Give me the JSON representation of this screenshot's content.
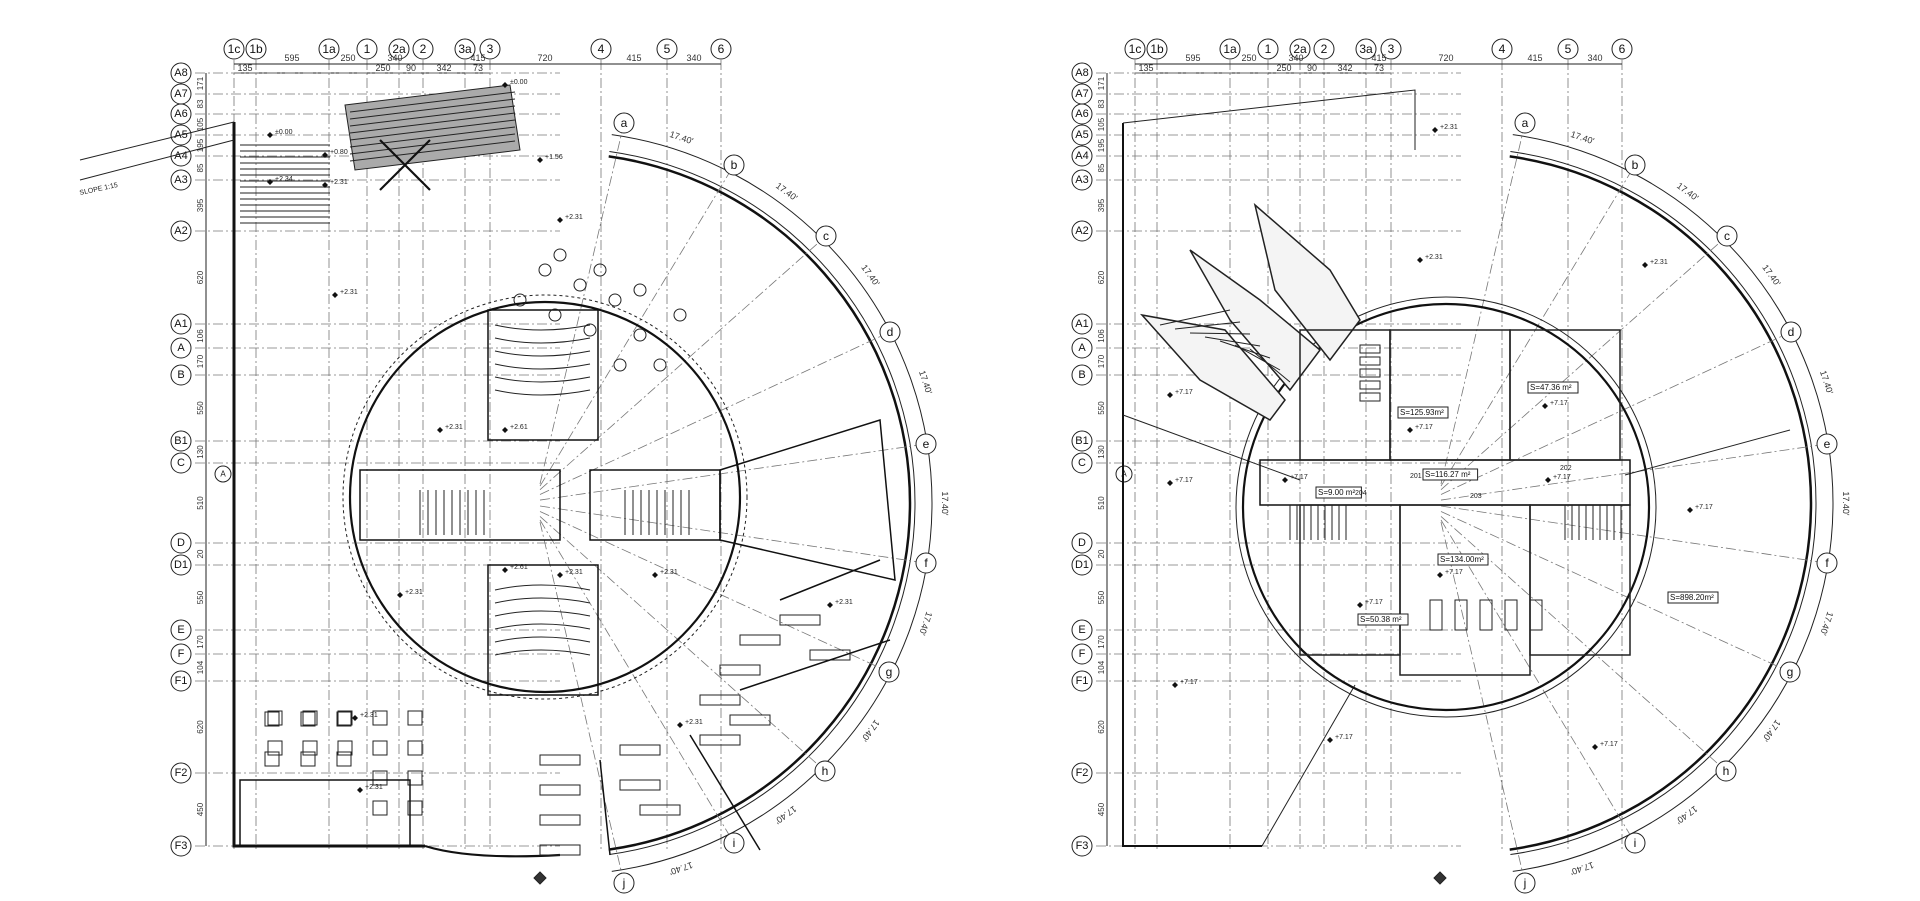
{
  "plans": [
    {
      "name": "ground-floor-plan",
      "columns": [
        "1c",
        "1b",
        "1a",
        "1",
        "2a",
        "2",
        "3a",
        "3",
        "4",
        "5",
        "6"
      ],
      "column_dims_top": [
        "595",
        "250",
        "340",
        "415",
        "720",
        "415",
        "340"
      ],
      "column_dims_sub": [
        "135",
        "250",
        "90",
        "342",
        "73"
      ],
      "rows": [
        "A8",
        "A7",
        "A6",
        "A5",
        "A4",
        "A3",
        "A2",
        "A1",
        "A",
        "B",
        "B1",
        "C",
        "D",
        "D1",
        "E",
        "F",
        "F1",
        "F2",
        "F3"
      ],
      "row_dims": [
        "171",
        "83",
        "105",
        "195",
        "85",
        "395",
        "620",
        "106",
        "170",
        "550",
        "130",
        "510",
        "20",
        "550",
        "170",
        "104",
        "620",
        "450"
      ],
      "radials": [
        "a",
        "b",
        "c",
        "d",
        "e",
        "f",
        "g",
        "h",
        "i",
        "j"
      ],
      "arc_dim": "17.40'",
      "elevations": [
        "±0.00",
        "±0.00",
        "+2.34",
        "+0.80",
        "+2.31",
        "+1.56",
        "+2.31",
        "+2.31",
        "+2.31",
        "+2.61",
        "+2.31",
        "+2.61",
        "+2.31",
        "+2.31",
        "+2.31",
        "+2.31",
        "+2.31",
        "+2.31"
      ],
      "section_mark": "A",
      "slope_label": "SLOPE 1:15"
    },
    {
      "name": "upper-floor-plan",
      "columns": [
        "1c",
        "1b",
        "1a",
        "1",
        "2a",
        "2",
        "3a",
        "3",
        "4",
        "5",
        "6"
      ],
      "column_dims_top": [
        "595",
        "250",
        "340",
        "415",
        "720",
        "415",
        "340"
      ],
      "column_dims_sub": [
        "135",
        "250",
        "90",
        "342",
        "73"
      ],
      "rows": [
        "A8",
        "A7",
        "A6",
        "A5",
        "A4",
        "A3",
        "A2",
        "A1",
        "A",
        "B",
        "B1",
        "C",
        "D",
        "D1",
        "E",
        "F",
        "F1",
        "F2",
        "F3"
      ],
      "row_dims": [
        "171",
        "83",
        "105",
        "195",
        "85",
        "395",
        "620",
        "106",
        "170",
        "550",
        "130",
        "510",
        "20",
        "550",
        "170",
        "104",
        "620",
        "450"
      ],
      "radials": [
        "a",
        "b",
        "c",
        "d",
        "e",
        "f",
        "g",
        "h",
        "i",
        "j"
      ],
      "arc_dim": "17.40'",
      "elevations": [
        "+7.17",
        "+2.31",
        "+2.31",
        "+2.31",
        "+7.17",
        "+7.17",
        "+7.17",
        "+7.17",
        "+7.17",
        "+7.17",
        "+7.17",
        "+7.17",
        "+7.17",
        "+7.17",
        "+7.17"
      ],
      "areas": [
        "S=47.36 m²",
        "S=125.93m²",
        "S=116.27 m²",
        "S=134.00m²",
        "S=50.38 m²",
        "S=898.20m²",
        "S=9.00 m²"
      ],
      "rooms": [
        "201",
        "204",
        "203",
        "202"
      ],
      "section_mark": "A"
    }
  ]
}
